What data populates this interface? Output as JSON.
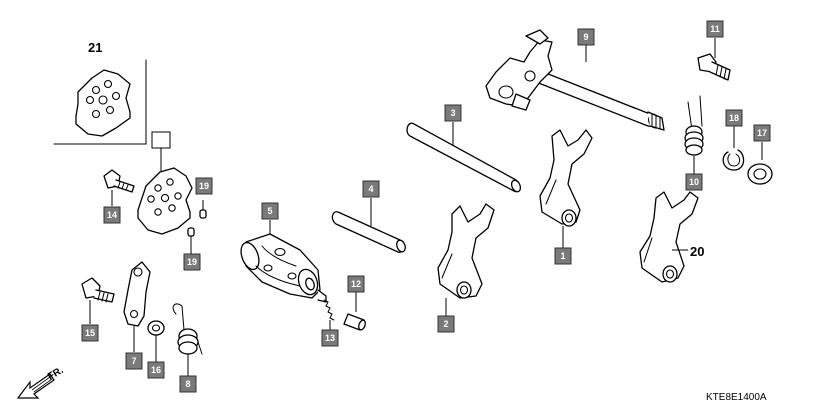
{
  "diagram": {
    "callouts": {
      "c1": "1",
      "c2": "2",
      "c3": "3",
      "c4": "4",
      "c5": "5",
      "c7": "7",
      "c8": "8",
      "c9": "9",
      "c10": "10",
      "c11": "11",
      "c12": "12",
      "c13": "13",
      "c14": "14",
      "c15": "15",
      "c16": "16",
      "c17": "17",
      "c18": "18",
      "c19a": "19",
      "c19b": "19"
    },
    "plain_labels": {
      "label_21": "21",
      "label_20": "20"
    },
    "direction_label": "FR.",
    "diagram_code": "KTE8E1400A"
  }
}
